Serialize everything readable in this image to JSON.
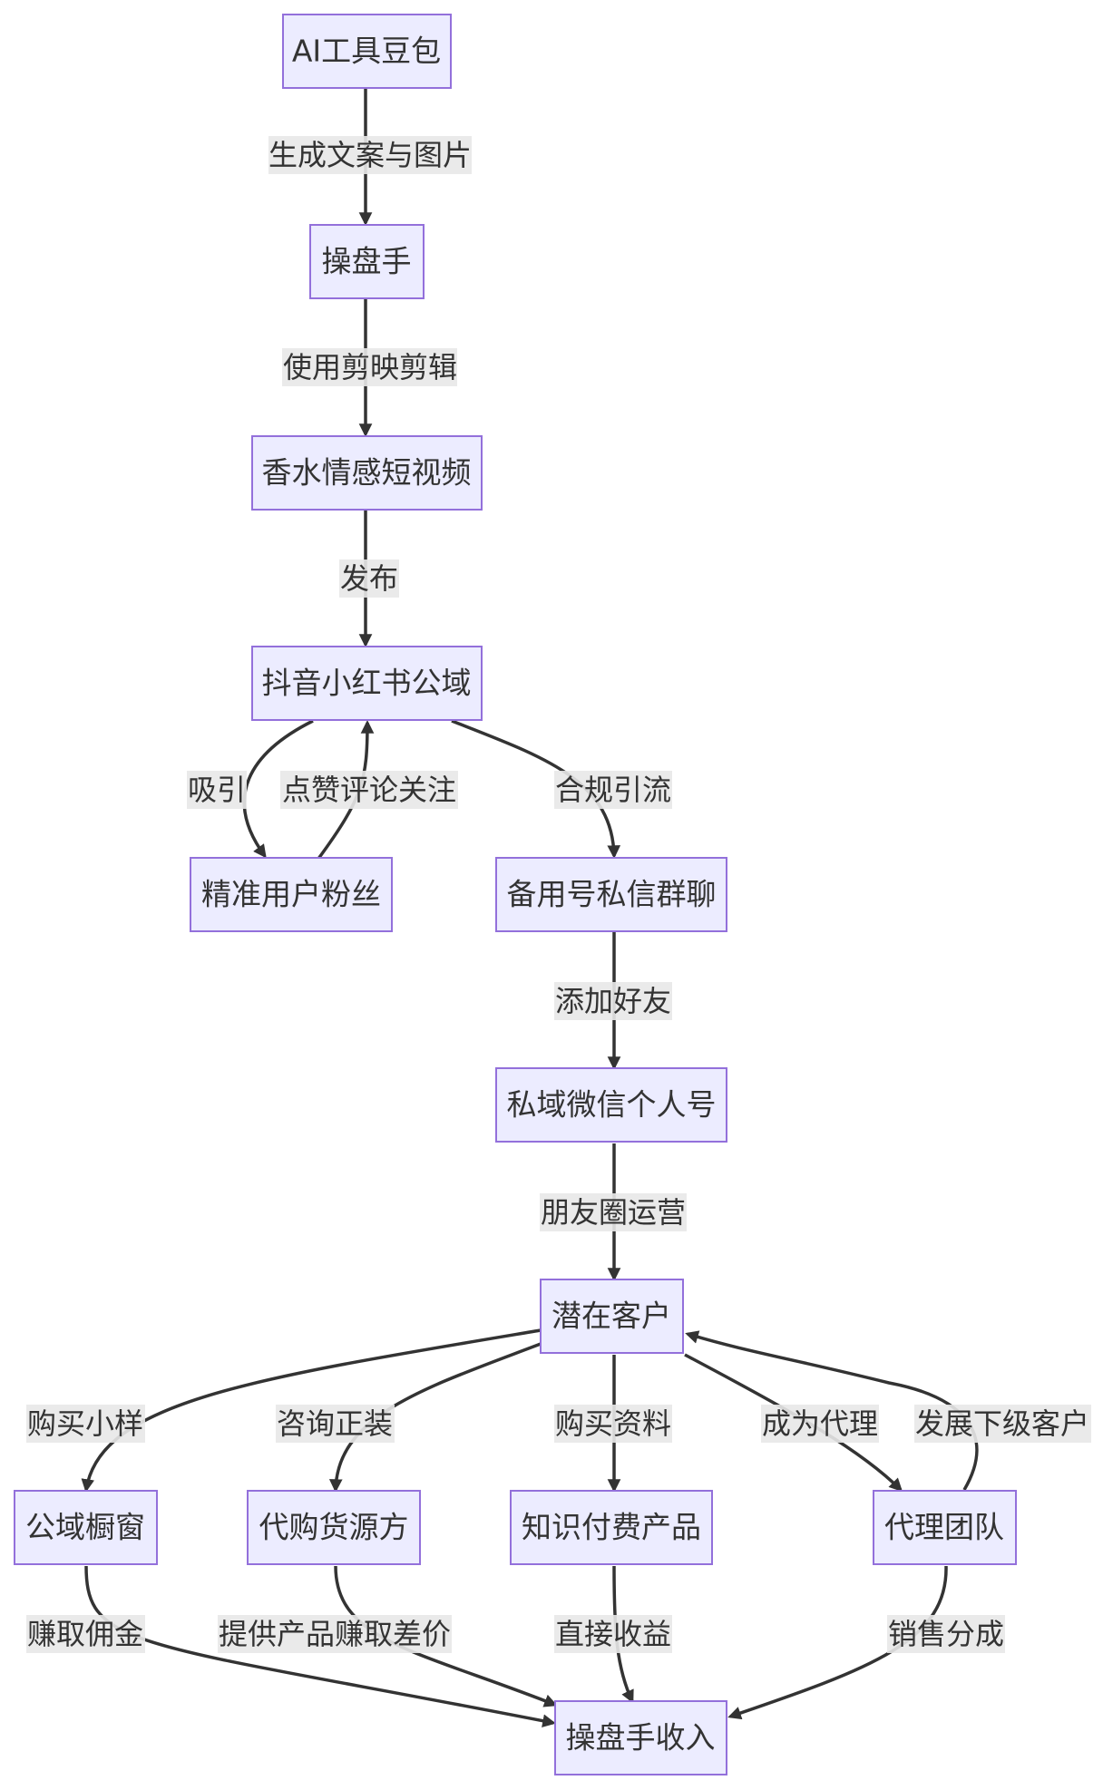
{
  "colors": {
    "node_fill": "#ECECFF",
    "node_border": "#9370DB",
    "edge": "#333333",
    "label_bg": "#E8E8E8",
    "text": "#333333"
  },
  "nodes": {
    "ai_tool": "AI工具豆包",
    "operator": "操盘手",
    "video": "香水情感短视频",
    "public_domain": "抖音小红书公域",
    "fans": "精准用户粉丝",
    "backup_account": "备用号私信群聊",
    "private_wechat": "私域微信个人号",
    "potential_client": "潜在客户",
    "showcase": "公域橱窗",
    "purchasing_source": "代购货源方",
    "knowledge_product": "知识付费产品",
    "agent_team": "代理团队",
    "operator_income": "操盘手收入"
  },
  "edges": {
    "generate": "生成文案与图片",
    "edit": "使用剪映剪辑",
    "publish": "发布",
    "attract": "吸引",
    "engage": "点赞评论关注",
    "divert": "合规引流",
    "add_friend": "添加好友",
    "moments": "朋友圈运营",
    "buy_sample": "购买小样",
    "consult": "咨询正装",
    "buy_material": "购买资料",
    "become_agent": "成为代理",
    "develop": "发展下级客户",
    "commission": "赚取佣金",
    "supply": "提供产品赚取差价",
    "direct": "直接收益",
    "sales_share": "销售分成"
  }
}
